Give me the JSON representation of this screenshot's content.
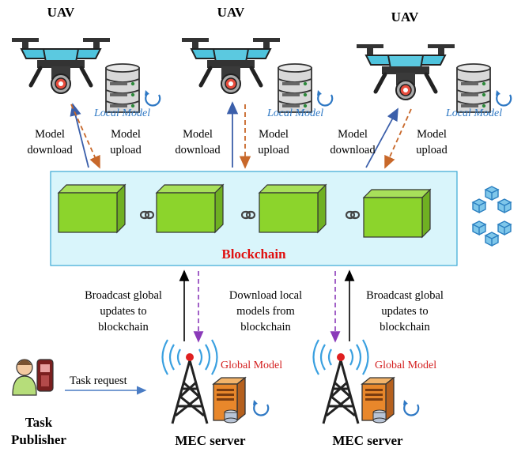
{
  "uavs": [
    {
      "title": "UAV",
      "local_model": "Local Model",
      "download": [
        "Model",
        "download"
      ],
      "upload": [
        "Model",
        "upload"
      ]
    },
    {
      "title": "UAV",
      "local_model": "Local Model",
      "download": [
        "Model",
        "download"
      ],
      "upload": [
        "Model",
        "upload"
      ]
    },
    {
      "title": "UAV",
      "local_model": "Local Model",
      "download": [
        "Model",
        "download"
      ],
      "upload": [
        "Model",
        "upload"
      ]
    }
  ],
  "blockchain": {
    "title": "Blockchain",
    "color": "#d9f5fb",
    "block_color": "#8cd42c"
  },
  "links": {
    "broadcast_left": [
      "Broadcast global",
      "updates to",
      "blockchain"
    ],
    "download_local": [
      "Download local",
      "models from",
      "blockchain"
    ],
    "broadcast_right": [
      "Broadcast global",
      "updates to",
      "blockchain"
    ]
  },
  "task": {
    "request": "Task request",
    "publisher": [
      "Task",
      "Publisher"
    ]
  },
  "servers": [
    {
      "title": "MEC server",
      "global_model": "Global Model"
    },
    {
      "title": "MEC server",
      "global_model": "Global Model"
    }
  ],
  "colors": {
    "upload_arrow": "#c8682a",
    "download_arrow": "#3b5faa",
    "purple_arrow": "#8a3ab9",
    "local_text": "#2e78c4",
    "global_text": "#d42020"
  },
  "icons": [
    "drone-icon",
    "database-icon",
    "refresh-icon",
    "chain-link-icon",
    "network-cubes-icon",
    "tower-icon",
    "server-icon",
    "person-phone-icon"
  ]
}
